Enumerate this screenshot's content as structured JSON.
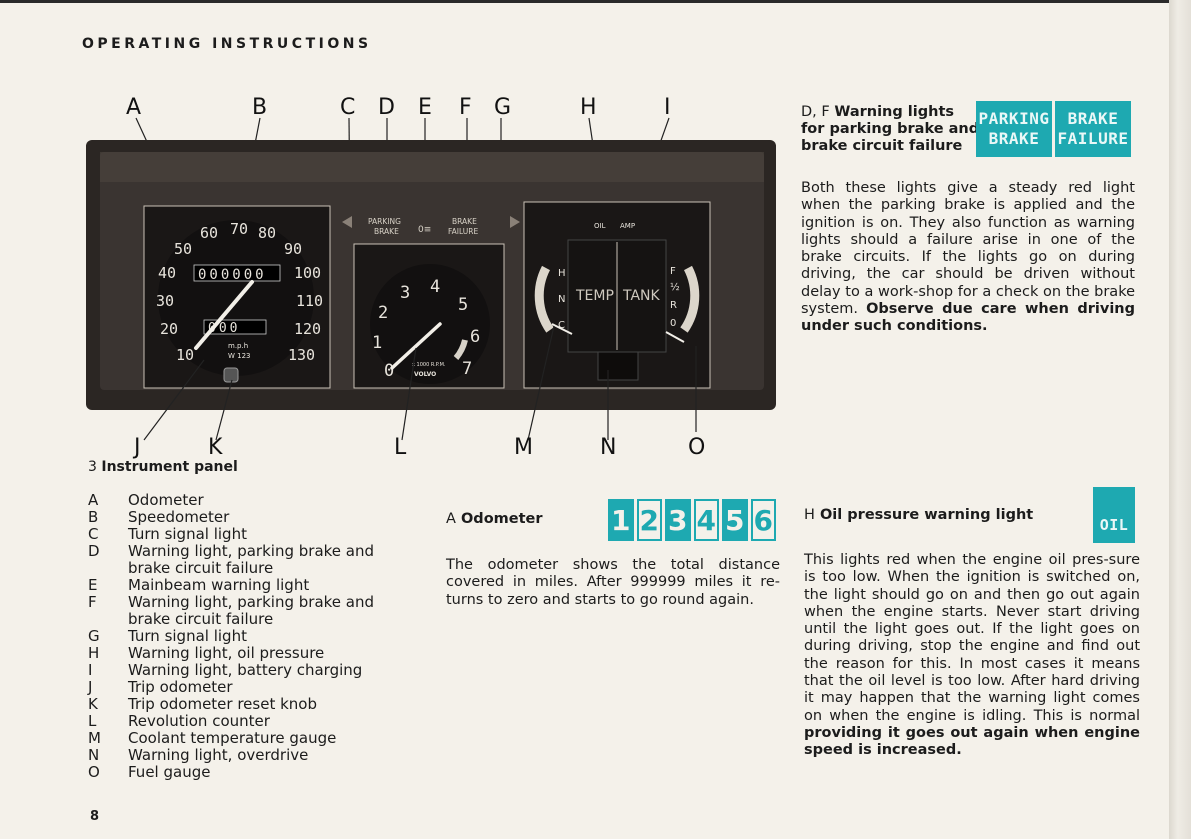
{
  "header": {
    "title": "OPERATING INSTRUCTIONS"
  },
  "figure": {
    "callouts_top": [
      "A",
      "B",
      "C",
      "D",
      "E",
      "F",
      "G",
      "H",
      "I"
    ],
    "callouts_bottom": [
      "J",
      "K",
      "L",
      "M",
      "N",
      "O"
    ],
    "speedo_numbers": [
      "10",
      "20",
      "30",
      "40",
      "50",
      "60",
      "70",
      "80",
      "90",
      "100",
      "110",
      "120",
      "130"
    ],
    "speedo_unit": "m.p.h",
    "speedo_code": "W 123",
    "odometer_reading": "000000",
    "trip_reading": "000",
    "tacho_numbers": [
      "0",
      "1",
      "2",
      "3",
      "4",
      "5",
      "6",
      "7"
    ],
    "tacho_unit": "x 1000 R.P.M.",
    "tacho_brand": "VOLVO",
    "lamp_parking": [
      "PARKING",
      "BRAKE"
    ],
    "lamp_brake": [
      "BRAKE",
      "FAILURE"
    ],
    "lamp_oil": "OIL",
    "lamp_amp": "AMP",
    "temp_label": "TEMP",
    "tank_label": "TANK",
    "temp_marks": [
      "H",
      "N",
      "C"
    ],
    "fuel_marks": [
      "F",
      "½",
      "R",
      "0"
    ]
  },
  "caption": {
    "number": "3",
    "title": "Instrument panel"
  },
  "legend": [
    {
      "key": "A",
      "desc": "Odometer"
    },
    {
      "key": "B",
      "desc": "Speedometer"
    },
    {
      "key": "C",
      "desc": "Turn signal light"
    },
    {
      "key": "D",
      "desc": "Warning light, parking brake and brake circuit failure"
    },
    {
      "key": "E",
      "desc": "Mainbeam warning light"
    },
    {
      "key": "F",
      "desc": "Warning light, parking brake and brake circuit failure"
    },
    {
      "key": "G",
      "desc": "Turn signal light"
    },
    {
      "key": "H",
      "desc": "Warning light, oil pressure"
    },
    {
      "key": "I",
      "desc": "Warning light, battery charging"
    },
    {
      "key": "J",
      "desc": "Trip odometer"
    },
    {
      "key": "K",
      "desc": "Trip odometer reset knob"
    },
    {
      "key": "L",
      "desc": "Revolution counter"
    },
    {
      "key": "M",
      "desc": "Coolant temperature gauge"
    },
    {
      "key": "N",
      "desc": "Warning light, overdrive"
    },
    {
      "key": "O",
      "desc": "Fuel gauge"
    }
  ],
  "df_section": {
    "prefix": "D, F",
    "title": "Warning lights for parking brake and brake circuit failure",
    "lamp_parking": [
      "PARKING",
      "BRAKE"
    ],
    "lamp_brake": [
      "BRAKE",
      "FAILURE"
    ],
    "body": "Both these lights give a steady red light when the parking brake is applied and the ignition is on. They also function as warning lights should a failure arise in one of the brake circuits. If the lights go on during driving, the car should be driven without delay to a work-shop for a check on the brake system.",
    "body_bold": "Observe due care when driving under such conditions."
  },
  "odometer_section": {
    "prefix": "A",
    "title": "Odometer",
    "digits": [
      "1",
      "2",
      "3",
      "4",
      "5",
      "6"
    ],
    "body": "The odometer shows the total distance covered in miles. After 999999 miles it re-turns to zero and starts to go round again."
  },
  "oil_section": {
    "prefix": "H",
    "title": "Oil pressure warning light",
    "lamp": "OIL",
    "body": "This lights red when the engine oil pres-sure is too low. When the ignition is switched on, the light should go on and then go out again when the engine starts. Never start driving until the light goes out. If the light goes on during driving, stop the engine and find out the reason for this. In most cases it means that the oil level is too low. After hard driving it may happen that the warning light comes on when the engine is idling. This is normal",
    "body_bold": "providing it goes out again when engine speed is increased."
  },
  "footer": {
    "page_number": "8"
  },
  "colors": {
    "accent": "#1ea9b1",
    "paper": "#f4f1ea",
    "panel": "#2a2624"
  }
}
